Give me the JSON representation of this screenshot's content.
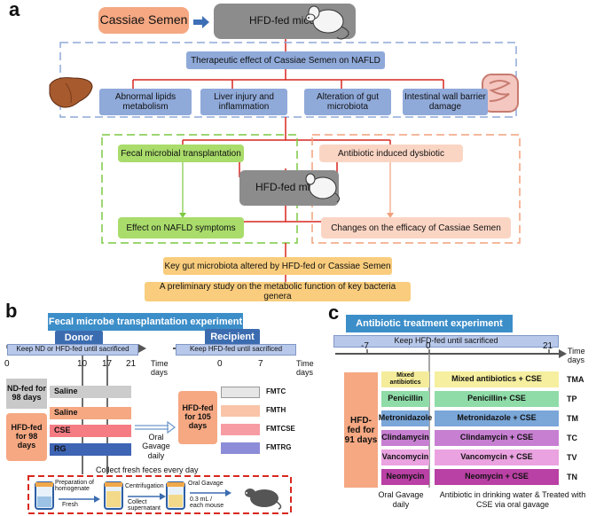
{
  "panel_a": {
    "letter": "a",
    "cassiae": "Cassiae Semen",
    "hfd_mice": "HFD-fed mice",
    "therapeutic": "Therapeutic effect of Cassiae Semen on NAFLD",
    "effects": [
      "Abnormal lipids metabolism",
      "Liver injury and inflammation",
      "Alteration of gut microbiota",
      "Intestinal wall barrier damage"
    ],
    "fmt": "Fecal microbial transplantation",
    "abx": "Antibiotic induced dysbiotic",
    "hfd_mice_center": "HFD-fed mice",
    "effect_nafld": "Effect on NAFLD symptoms",
    "changes": "Changes on the efficacy of Cassiae Semen",
    "key_microbiota": "Key gut microbiota altered by HFD-fed or Cassiae Semen",
    "preliminary": "A preliminary study on the metabolic function of key bacteria genera"
  },
  "panel_b": {
    "letter": "b",
    "title": "Fecal microbe transplantation experiment",
    "donor": "Donor",
    "recipient": "Recipient",
    "donor_bar": "Keep ND or HFD-fed until sacrificed",
    "recipient_bar": "Keep HFD-fed until sacrificed",
    "donor_ticks": [
      "0",
      "10",
      "17",
      "21"
    ],
    "recipient_ticks": [
      "0",
      "7"
    ],
    "time_label": "Time days",
    "nd_fed": "ND-fed for 98 days",
    "hfd_fed": "HFD-fed for 98 days",
    "groups": [
      "Saline",
      "Saline",
      "CSE",
      "RG"
    ],
    "oral_gavage": "Oral Gavage daily",
    "hfd105": "HFD-fed for 105 days",
    "fmt_groups": [
      "FMTC",
      "FMTH",
      "FMTCSE",
      "FMTRG"
    ],
    "collect": "Collect fresh feces every day",
    "step1": "Preparation of homogenate",
    "step1b": "Fresh",
    "step2": "Centrifugation",
    "step2b": "Collect supernatant",
    "step3": "Oral Gavage",
    "step3b": "0.3 mL / each mouse"
  },
  "panel_c": {
    "letter": "c",
    "title": "Antibiotic treatment experiment",
    "bar": "Keep HFD-fed until sacrificed",
    "ticks": [
      "-7",
      "0",
      "21"
    ],
    "time_label": "Time days",
    "hfd91": "HFD-fed for 91 days",
    "rows": [
      {
        "left": "Mixed antibiotics",
        "right": "Mixed antibiotics + CSE",
        "code": "TMA",
        "lcolor": "#f4ec9a",
        "rcolor": "#f6ef9f"
      },
      {
        "left": "Penicillin",
        "right": "Penicillin+ CSE",
        "code": "TP",
        "lcolor": "#8fdca8",
        "rcolor": "#8fdca8"
      },
      {
        "left": "Metronidazole",
        "right": "Metronidazole + CSE",
        "code": "TM",
        "lcolor": "#7aa6d8",
        "rcolor": "#7aa6d8"
      },
      {
        "left": "Clindamycin",
        "right": "Clindamycin + CSE",
        "code": "TC",
        "lcolor": "#c77fd1",
        "rcolor": "#c77fd1"
      },
      {
        "left": "Vancomycin",
        "right": "Vancomycin + CSE",
        "code": "TV",
        "lcolor": "#eaa2e0",
        "rcolor": "#eaa2e0"
      },
      {
        "left": "Neomycin",
        "right": "Neomycin + CSE",
        "code": "TN",
        "lcolor": "#b940a4",
        "rcolor": "#b940a4"
      }
    ],
    "footer_left": "Oral Gavage daily",
    "footer_right": "Antibiotic in drinking water & Treated with CSE via oral gavage"
  },
  "colors": {
    "orange_fill": "#f5a882",
    "gray_fill": "#8c8c8c",
    "blue_fill": "#8fa9d9",
    "green_fill": "#a9dc6b",
    "peach_fill": "#fbd5c4",
    "yellow_fill": "#f9cd7d",
    "title_blue": "#3c8ec9",
    "red_dash": "#d9271e"
  }
}
